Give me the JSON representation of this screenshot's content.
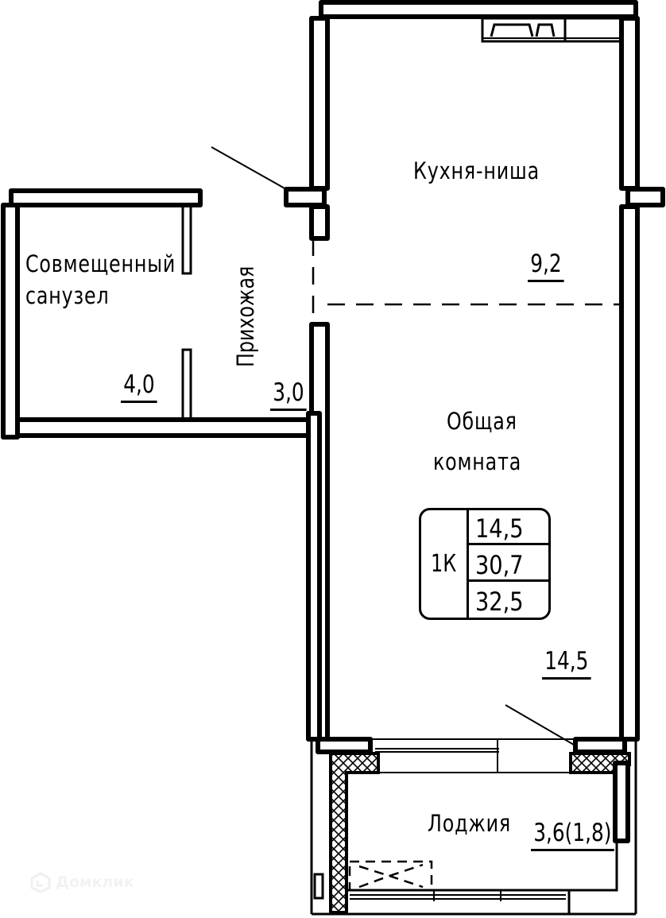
{
  "plan": {
    "apartment_type": "1К",
    "areas_summary": {
      "living": "14,5",
      "total_without_loggia": "30,7",
      "total_with_loggia": "32,5"
    },
    "rooms": [
      {
        "id": "kitchen",
        "name": "Кухня-ниша",
        "area": "9,2"
      },
      {
        "id": "bathroom",
        "name_line1": "Совмещенный",
        "name_line2": "санузел",
        "area": "4,0"
      },
      {
        "id": "hallway",
        "name": "Прихожая",
        "area": "3,0"
      },
      {
        "id": "living",
        "name_line1": "Общая",
        "name_line2": "комната",
        "area": "14,5"
      },
      {
        "id": "loggia",
        "name": "Лоджия",
        "area": "3,6(1,8)"
      }
    ]
  },
  "watermark": {
    "text": "Домклик",
    "icon": "domclick-logo-icon"
  },
  "colors": {
    "lines": "#000000",
    "background": "#ffffff",
    "watermark": "#f2f2f2"
  }
}
